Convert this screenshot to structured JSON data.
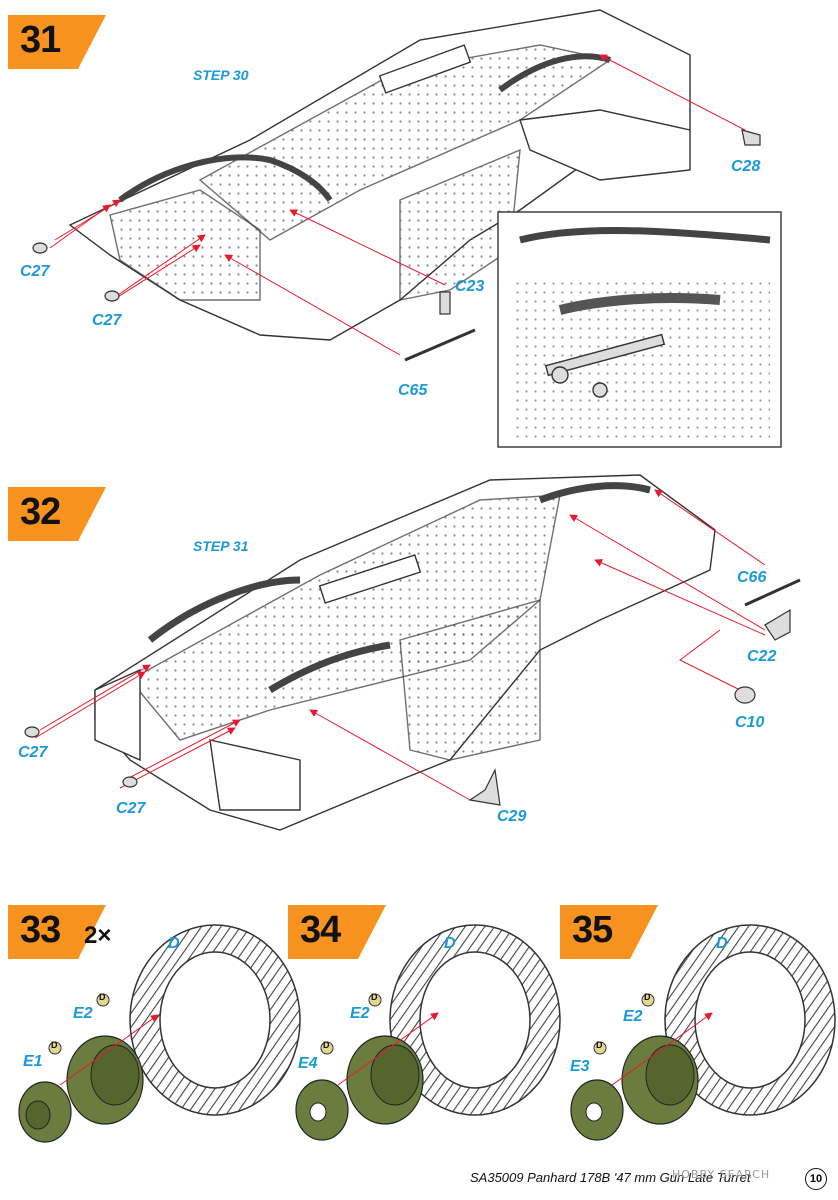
{
  "steps": [
    {
      "number": "31",
      "reference": "STEP 30",
      "multiplier": "",
      "parts": [
        "C28",
        "C27",
        "C27",
        "C23",
        "C65"
      ]
    },
    {
      "number": "32",
      "reference": "STEP 31",
      "multiplier": "",
      "parts": [
        "C66",
        "C22",
        "C10",
        "C27",
        "C27",
        "C29"
      ]
    },
    {
      "number": "33",
      "reference": "",
      "multiplier": "2×",
      "parts": [
        "D",
        "E2",
        "E1"
      ],
      "sprue_tags": [
        "D",
        "D"
      ]
    },
    {
      "number": "34",
      "reference": "",
      "multiplier": "",
      "parts": [
        "D",
        "E2",
        "E4"
      ],
      "sprue_tags": [
        "D",
        "D"
      ]
    },
    {
      "number": "35",
      "reference": "",
      "multiplier": "",
      "parts": [
        "D",
        "E2",
        "E3"
      ],
      "sprue_tags": [
        "D",
        "D"
      ]
    }
  ],
  "footer": {
    "text": "SA35009 Panhard 178B '47 mm Gun Late Turret",
    "page": "10",
    "watermark": "HOBBY SEARCH"
  },
  "colors": {
    "badge": "#f7931e",
    "label": "#1a9ad6",
    "arrow": "#e8192c",
    "hub": "#6b7c3e",
    "line": "#333333"
  }
}
